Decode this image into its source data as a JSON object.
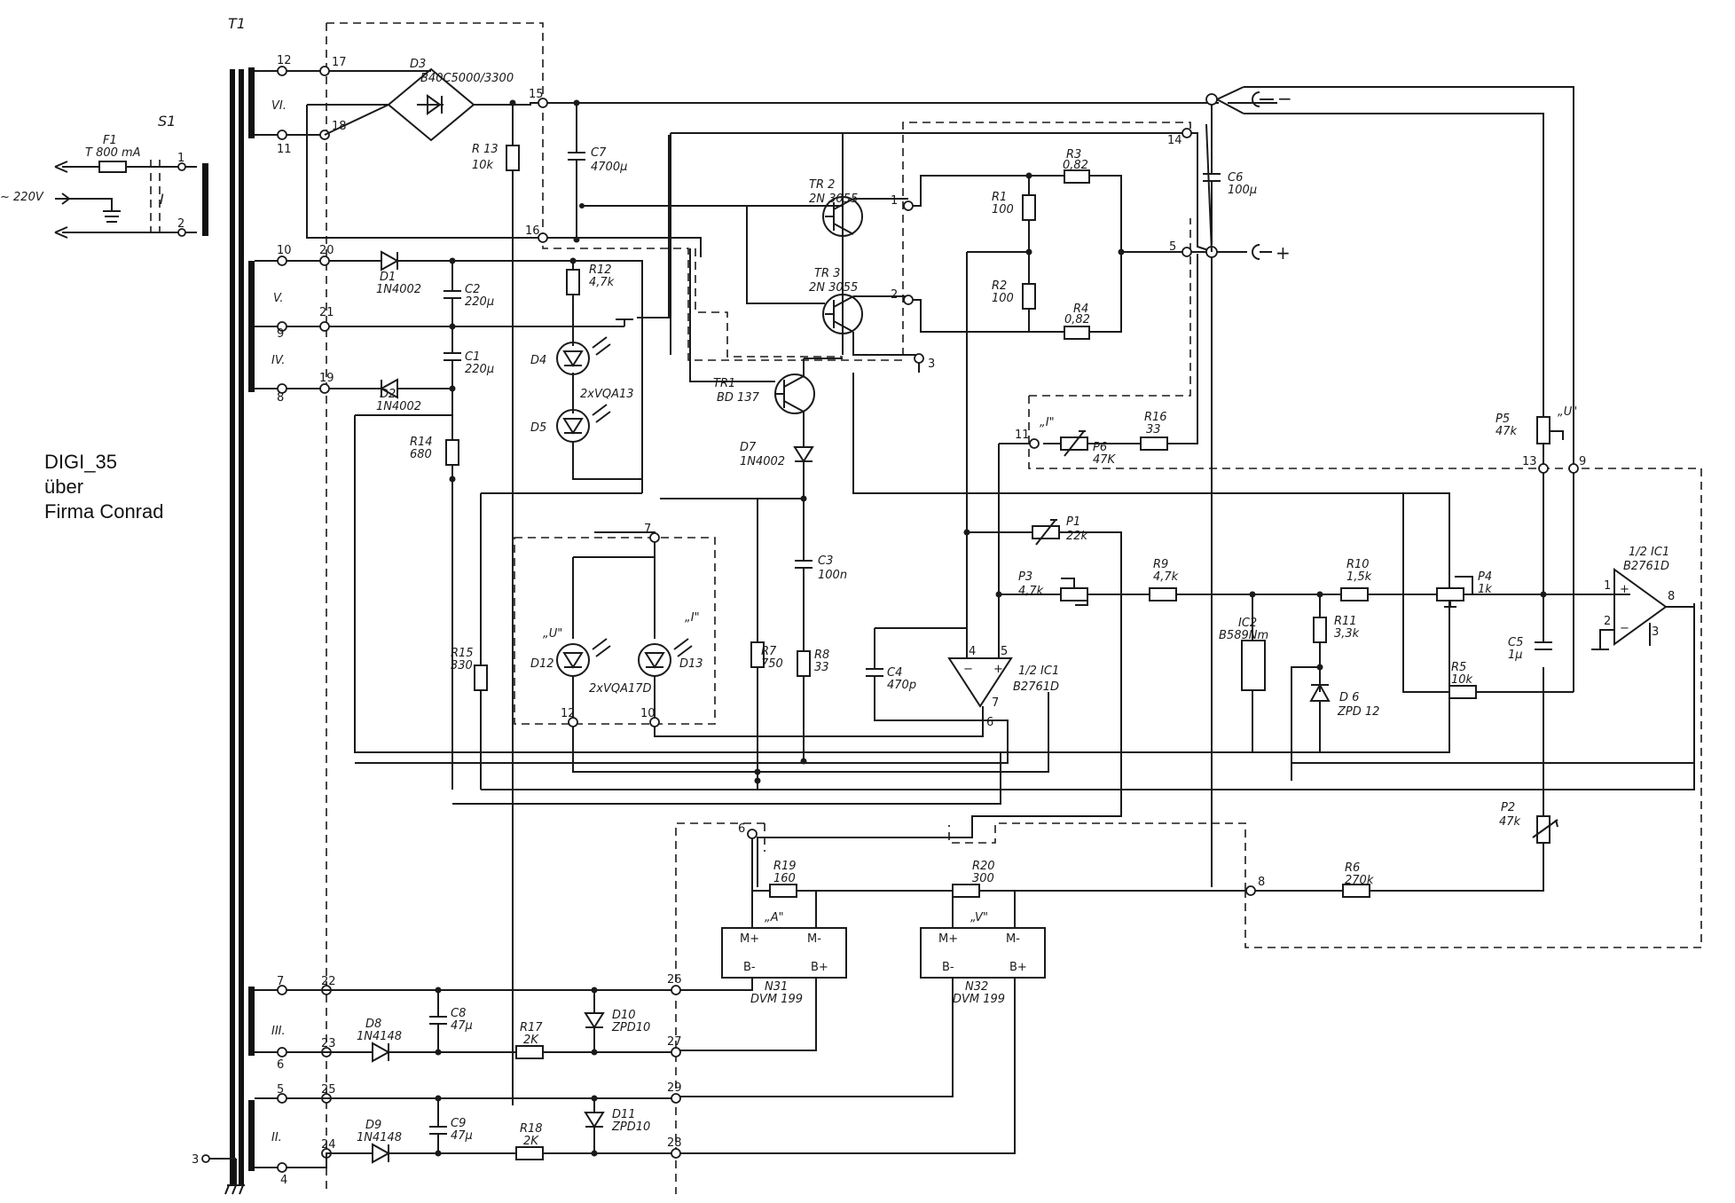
{
  "note": {
    "line1": "DIGI_35",
    "line2": "über",
    "line3": "Firma Conrad"
  },
  "mains": {
    "voltage": "~ 220V",
    "switch": "S1",
    "fuse": "F1",
    "fuse_value": "T 800 mA",
    "switch_mark": "I"
  },
  "transformer": {
    "name": "T1",
    "windings": [
      "VI.",
      "V.",
      "IV.",
      "III.",
      "II."
    ]
  },
  "terminals": [
    "1",
    "2",
    "3",
    "4",
    "5",
    "6",
    "7",
    "8",
    "9",
    "10",
    "11",
    "12",
    "13",
    "14",
    "15",
    "16",
    "17",
    "18",
    "19",
    "20",
    "21",
    "22",
    "23",
    "24",
    "25",
    "26",
    "27",
    "28",
    "29"
  ],
  "components": {
    "D3": {
      "name": "D3",
      "value": "B40C5000/3300"
    },
    "C7": {
      "name": "C7",
      "value": "4700µ"
    },
    "R13": {
      "name": "R 13",
      "value": "10k"
    },
    "C6": {
      "name": "C6",
      "value": "100µ"
    },
    "TR2": {
      "name": "TR 2",
      "value": "2N 3055"
    },
    "TR3": {
      "name": "TR 3",
      "value": "2N 3055"
    },
    "TR1": {
      "name": "TR1",
      "value": "BD 137"
    },
    "R3": {
      "name": "R3",
      "value": "0,82"
    },
    "R4": {
      "name": "R4",
      "value": "0,82"
    },
    "R1": {
      "name": "R1",
      "value": "100"
    },
    "R2": {
      "name": "R2",
      "value": "100"
    },
    "D1": {
      "name": "D1",
      "value": "1N4002"
    },
    "D2": {
      "name": "D2",
      "value": "1N4002"
    },
    "C2": {
      "name": "C2",
      "value": "220µ"
    },
    "C1": {
      "name": "C1",
      "value": "220µ"
    },
    "R12": {
      "name": "R12",
      "value": "4,7k"
    },
    "D4": {
      "name": "D4"
    },
    "D5": {
      "name": "D5"
    },
    "D45": {
      "value": "2xVQA13"
    },
    "R14": {
      "name": "R14",
      "value": "680"
    },
    "D7": {
      "name": "D7",
      "value": "1N4002"
    },
    "R16": {
      "name": "R16",
      "value": "33"
    },
    "P6": {
      "name": "P6",
      "value": "47K"
    },
    "P5": {
      "name": "P5",
      "value": "47k"
    },
    "C3": {
      "name": "C3",
      "value": "100n"
    },
    "P1": {
      "name": "P1",
      "value": "22k"
    },
    "P3": {
      "name": "P3",
      "value": "4,7k"
    },
    "R9": {
      "name": "R9",
      "value": "4,7k"
    },
    "R10": {
      "name": "R10",
      "value": "1,5k"
    },
    "P4": {
      "name": "P4",
      "value": "1k"
    },
    "IC1a": {
      "name": "1/2 IC1",
      "value": "B2761D"
    },
    "IC1b": {
      "name": "1/2 IC1",
      "value": "B2761D"
    },
    "R15": {
      "name": "R15",
      "value": "330"
    },
    "D12": {
      "name": "D12"
    },
    "D13": {
      "name": "D13"
    },
    "D1213": {
      "value": "2xVQA17D"
    },
    "R7": {
      "name": "R7",
      "value": "750"
    },
    "R8": {
      "name": "R8",
      "value": "33"
    },
    "C4": {
      "name": "C4",
      "value": "470p"
    },
    "IC2": {
      "name": "IC2",
      "value": "B589Nm"
    },
    "R11": {
      "name": "R11",
      "value": "3,3k"
    },
    "D6": {
      "name": "D 6",
      "value": "ZPD 12"
    },
    "C5": {
      "name": "C5",
      "value": "1µ"
    },
    "R5": {
      "name": "R5",
      "value": "10k"
    },
    "P2": {
      "name": "P2",
      "value": "47k"
    },
    "R19": {
      "name": "R19",
      "value": "160"
    },
    "R20": {
      "name": "R20",
      "value": "300"
    },
    "R6": {
      "name": "R6",
      "value": "270k"
    },
    "N31": {
      "name": "N31",
      "value": "DVM 199"
    },
    "N32": {
      "name": "N32",
      "value": "DVM 199"
    },
    "C8": {
      "name": "C8",
      "value": "47µ"
    },
    "C9": {
      "name": "C9",
      "value": "47µ"
    },
    "D8": {
      "name": "D8",
      "value": "1N4148"
    },
    "D9": {
      "name": "D9",
      "value": "1N4148"
    },
    "R17": {
      "name": "R17",
      "value": "2K"
    },
    "R18": {
      "name": "R18",
      "value": "2K"
    },
    "D10": {
      "name": "D10",
      "value": "ZPD10"
    },
    "D11": {
      "name": "D11",
      "value": "ZPD10"
    }
  },
  "meter_labels": {
    "a": "„A\"",
    "v": "„V\"",
    "mplus": "M+",
    "mminus": "M-",
    "bminus": "B-",
    "bplus": "B+"
  },
  "marks": {
    "u": "„U\"",
    "i": "„I\""
  },
  "outputs": {
    "minus": "−",
    "plus": "+"
  },
  "opamp": {
    "plus": "+",
    "minus": "−"
  }
}
